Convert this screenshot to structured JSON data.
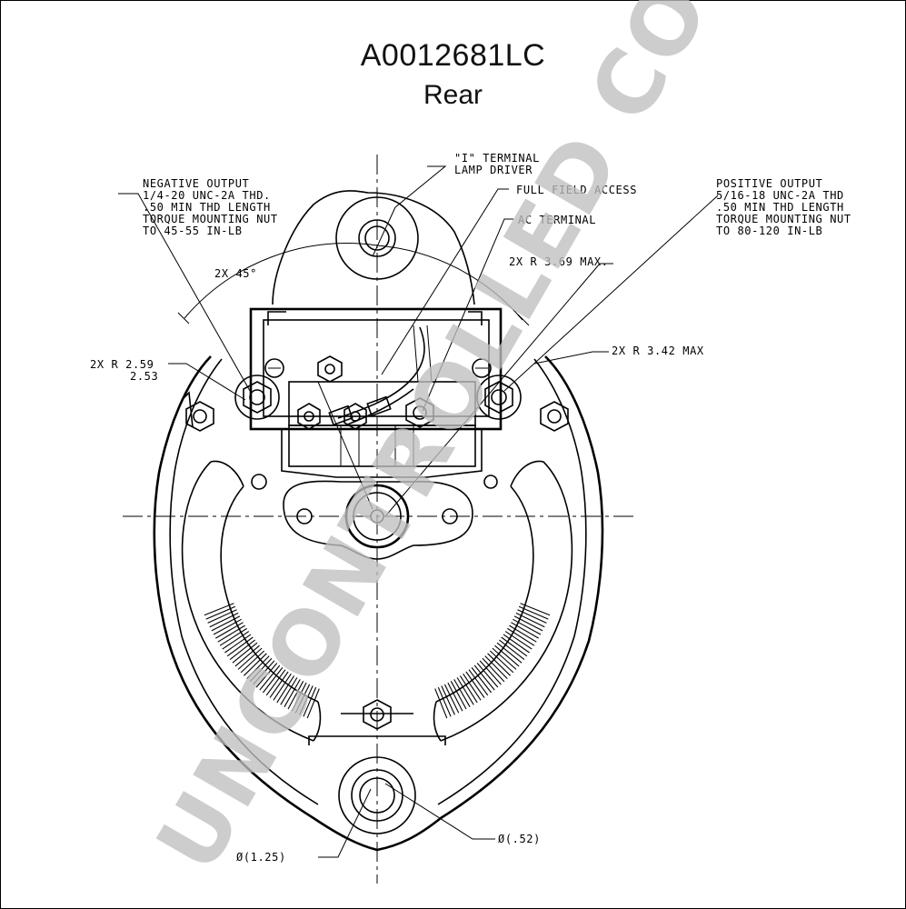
{
  "header": {
    "part_number": "A0012681LC",
    "view": "Rear"
  },
  "callouts": {
    "i_terminal": [
      "\"I\" TERMINAL",
      "LAMP DRIVER"
    ],
    "full_field": "FULL FIELD ACCESS",
    "ac_terminal": "AC TERMINAL",
    "negative_output": [
      "NEGATIVE OUTPUT",
      "1/4-20 UNC-2A THD.",
      ".50 MIN THD LENGTH",
      "TORQUE MOUNTING NUT",
      "TO 45-55 IN-LB"
    ],
    "positive_output": [
      "POSITIVE OUTPUT",
      "5/16-18 UNC-2A THD",
      ".50 MIN THD LENGTH",
      "TORQUE MOUNTING NUT",
      "TO 80-120 IN-LB"
    ],
    "angle": "2X 45°",
    "radius_left": [
      "2X R 2.59",
      "2.53"
    ],
    "radius_mid": "2X R 3.69 MAX.",
    "radius_right": "2X R 3.42 MAX",
    "dia_outer": "Ø(1.25)",
    "dia_inner": "Ø(.52)"
  },
  "watermark": "UNCONTROLLED COPY"
}
